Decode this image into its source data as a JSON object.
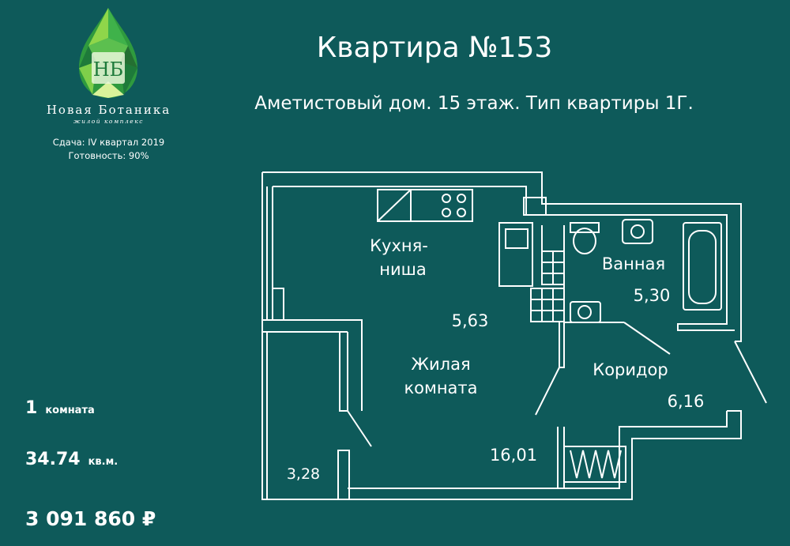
{
  "brand": {
    "name": "Новая Ботаника",
    "subtitle": "жилой комплекс",
    "monogram": "НБ",
    "gem_colors": [
      "#1e7a3a",
      "#3fb24a",
      "#8fd64a",
      "#d9f29a"
    ]
  },
  "info": {
    "delivery": "Сдача: IV квартал 2019",
    "readiness": "Готовность: 90%"
  },
  "header": {
    "title": "Квартира №153",
    "subtitle": "Аметистовый дом. 15 этаж. Тип квартиры 1Г."
  },
  "stats": {
    "rooms_value": "1",
    "rooms_unit": "комната",
    "area_value": "34.74",
    "area_unit": "кв.м.",
    "price": "3 091 860 ₽"
  },
  "plan": {
    "kitchen_label_1": "Кухня-",
    "kitchen_label_2": "ниша",
    "kitchen_area": "5,63",
    "living_label_1": "Жилая",
    "living_label_2": "комната",
    "living_area": "16,01",
    "bath_label": "Ванная",
    "bath_area": "5,30",
    "corridor_label": "Коридор",
    "corridor_area": "6,16",
    "loggia_area": "3,28"
  },
  "colors": {
    "background": "#0e5a5a",
    "line": "#ffffff"
  }
}
